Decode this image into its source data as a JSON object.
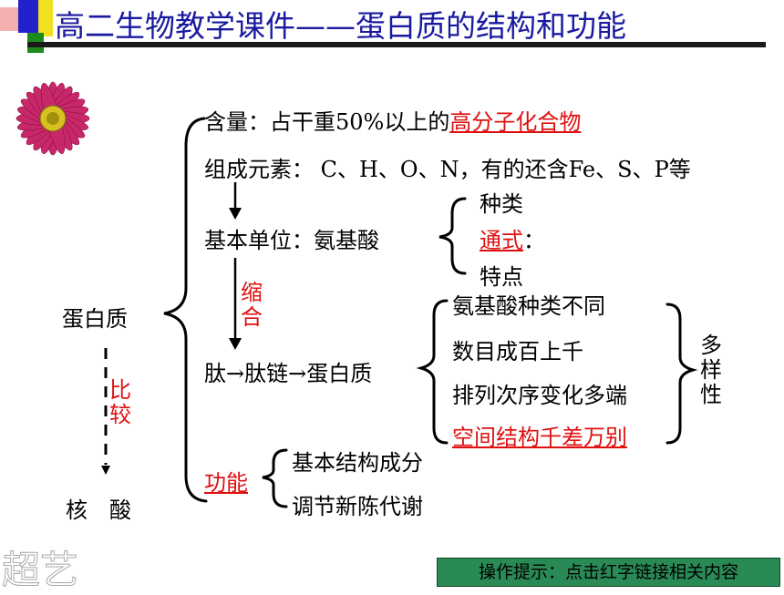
{
  "title": "高二生物教学课件——蛋白质的结构和功能",
  "root": "蛋白质",
  "compare": {
    "label": "比较",
    "chars": [
      "比",
      "较"
    ],
    "target": "核　酸"
  },
  "content": {
    "prefix": "含量：占干重50%以上的",
    "link": "高分子化合物"
  },
  "elements": "组成元素： C、H、O、N，有的还含Fe、S、P等",
  "unit": {
    "label": "基本单位：氨基酸",
    "kinds": "种类",
    "formula": "通式",
    "formula_suffix": "：",
    "features": "特点"
  },
  "condense": {
    "label": "缩合",
    "chars": [
      "缩",
      "合"
    ]
  },
  "chain": "肽→肽链→蛋白质",
  "diversity_reasons": [
    "氨基酸种类不同",
    "数目成百上千",
    "排列次序变化多端",
    "空间结构千差万别"
  ],
  "diversity_label": {
    "text": "多样性",
    "chars": [
      "多",
      "样",
      "性"
    ]
  },
  "function": {
    "label": "功能",
    "items": [
      "基本结构成分",
      "调节新陈代谢"
    ]
  },
  "hint": "操作提示：点击红字链接相关内容",
  "watermark": "超艺",
  "colors": {
    "title": "#1a1aa0",
    "link": "#e01010",
    "hint_bg": "#2a8a55",
    "deco_blue": "#2222cc",
    "deco_yellow": "#f0e020",
    "deco_green": "#1e8a1e",
    "flower": "#c8286a"
  }
}
